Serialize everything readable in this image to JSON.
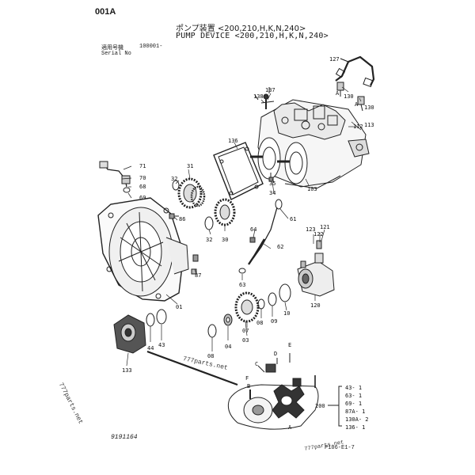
{
  "header": {
    "page_id": "001A",
    "title_jp": "ポンプ装置 <200,210,H,K,N,240>",
    "title_en": "PUMP DEVICE <200,210,H,K,N,240>",
    "serial_label_jp": "適用号機",
    "serial_label_en": "Serial No",
    "serial_value": "100001-"
  },
  "part_labels": {
    "p127": "127",
    "p137": "137",
    "p138": "138",
    "pA1": "A",
    "pA2": "A",
    "p130a": "130",
    "p130b": "130",
    "p112": "112",
    "p113": "113",
    "p136": "136",
    "p31": "31",
    "p32a": "32",
    "p71": "71",
    "p70": "70",
    "p68": "68",
    "p69": "69",
    "p35": "35",
    "p34": "34",
    "p103": "103",
    "p86": "86",
    "p61": "61",
    "p64": "64",
    "p32b": "32",
    "p30": "30",
    "p62": "62",
    "p123": "123",
    "p122": "122",
    "p121": "121",
    "p87": "87",
    "p63": "63",
    "p01": "01",
    "p120": "120",
    "p10": "10",
    "p09": "09",
    "p08a": "08",
    "p07": "07",
    "p08b": "08",
    "p04": "04",
    "p03": "03",
    "p43": "43",
    "p44": "44",
    "p133": "133",
    "pD": "D",
    "pE": "E",
    "pC": "C",
    "pF": "F",
    "pB": "B",
    "pA3": "A"
  },
  "kit": {
    "number": "200",
    "items": [
      "43- 1",
      "63- 1",
      "69- 1",
      "87A- 1",
      "130A- 2",
      "136- 1"
    ]
  },
  "footer": {
    "figure_number": "9191164",
    "page_code": "P106-E1-7"
  },
  "watermarks": {
    "text_a": "777parts.net",
    "text_b": "777parts.net",
    "text_c": "777parts.net"
  }
}
